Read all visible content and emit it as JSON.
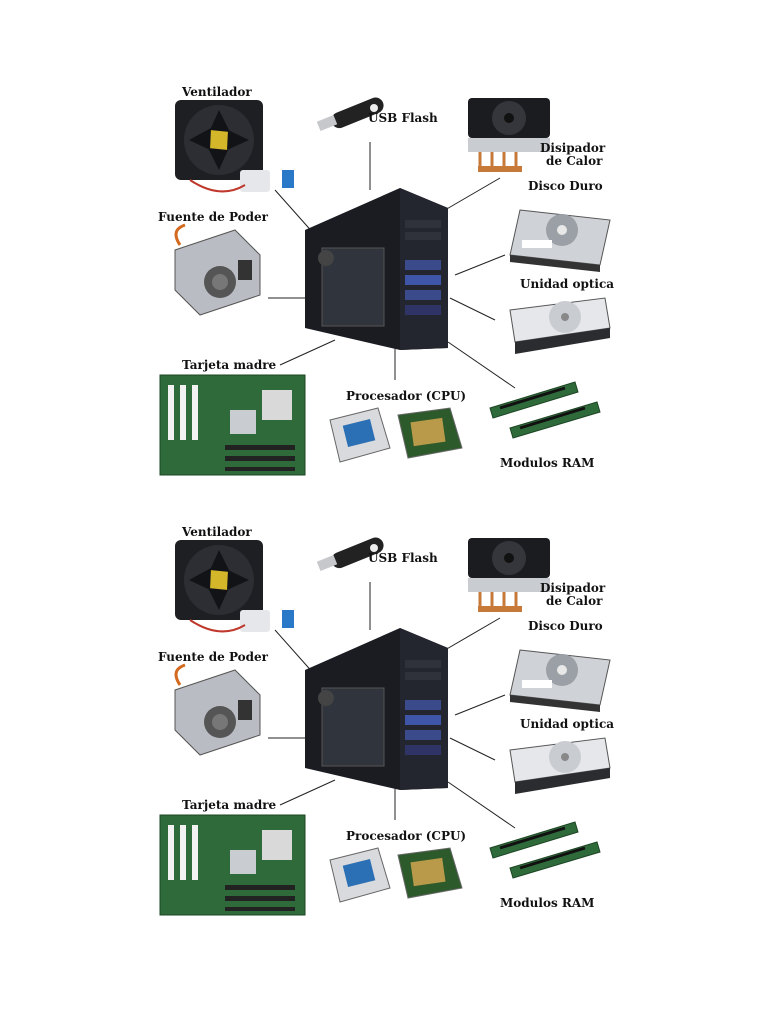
{
  "panels": [
    {
      "labels": {
        "fan": "Ventilador",
        "usb": "USB Flash",
        "heatsink_line1": "Disipador",
        "heatsink_line2": "de Calor",
        "hdd": "Disco Duro",
        "psu": "Fuente de Poder",
        "optical": "Unidad optica",
        "motherboard": "Tarjeta madre",
        "cpu": "Procesador (CPU)",
        "ram": "Modulos RAM"
      }
    },
    {
      "labels": {
        "fan": "Ventilador",
        "usb": "USB Flash",
        "heatsink_line1": "Disipador",
        "heatsink_line2": "de Calor",
        "hdd": "Disco Duro",
        "psu": "Fuente de Poder",
        "optical": "Unidad optica",
        "motherboard": "Tarjeta madre",
        "cpu": "Procesador (CPU)",
        "ram": "Modulos RAM"
      }
    }
  ],
  "icons": {
    "case": "pc-case-icon",
    "fan": "case-fan-icon",
    "usb": "usb-flash-icon",
    "heatsink": "heatsink-icon",
    "hdd": "hard-disk-icon",
    "psu": "power-supply-icon",
    "optical": "optical-drive-icon",
    "motherboard": "motherboard-icon",
    "cpu": "cpu-icon",
    "ram": "ram-module-icon"
  },
  "colors": {
    "case": "#1a1c22",
    "case_light": "#3a4a8a",
    "pcb": "#2f6b3a",
    "metal": "#b9bcc2",
    "copper": "#c7793a"
  }
}
